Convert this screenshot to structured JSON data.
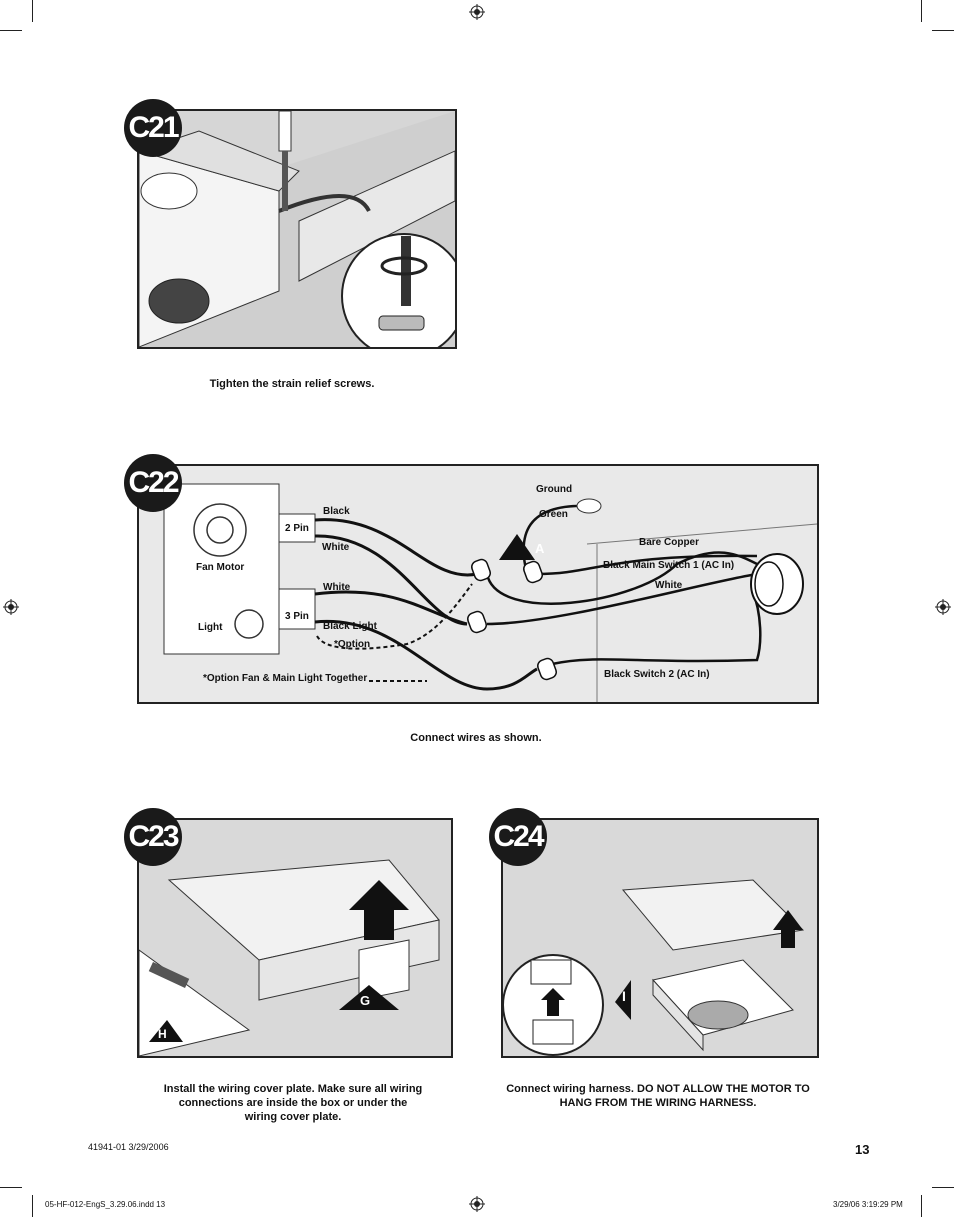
{
  "steps": {
    "c21": {
      "badge": "C21",
      "caption": "Tighten the strain relief screws."
    },
    "c22": {
      "badge": "C22",
      "caption": "Connect wires as shown.",
      "labels": {
        "fan_motor": "Fan Motor",
        "light": "Light",
        "two_pin": "2 Pin",
        "three_pin": "3 Pin",
        "black_top": "Black",
        "white_top": "White",
        "white_mid": "White",
        "black_light": "Black   Light",
        "option": "*Option",
        "option_note": "*Option Fan & Main Light Together",
        "ground": "Ground",
        "green": "Green",
        "marker_a": "A",
        "bare_copper": "Bare Copper",
        "black_main": "Black    Main Switch 1 (AC In)",
        "white_right": "White",
        "black_switch2": "Black   Switch 2 (AC In)"
      }
    },
    "c23": {
      "badge": "C23",
      "caption_line1": "Install the wiring cover plate. Make sure all wiring",
      "caption_line2": "connections are inside the box or under the",
      "caption_line3": "wiring cover plate.",
      "marker_g": "G",
      "marker_h": "H"
    },
    "c24": {
      "badge": "C24",
      "caption_line1": "Connect wiring harness. DO NOT ALLOW THE MOTOR TO",
      "caption_line2": "HANG FROM THE WIRING HARNESS.",
      "marker_i": "I"
    }
  },
  "footer": {
    "doc_id": "41941-01   3/29/2006",
    "page_number": "13",
    "slug_left": "05-HF-012-EngS_3.29.06.indd   13",
    "slug_right": "3/29/06   3:19:29 PM"
  }
}
